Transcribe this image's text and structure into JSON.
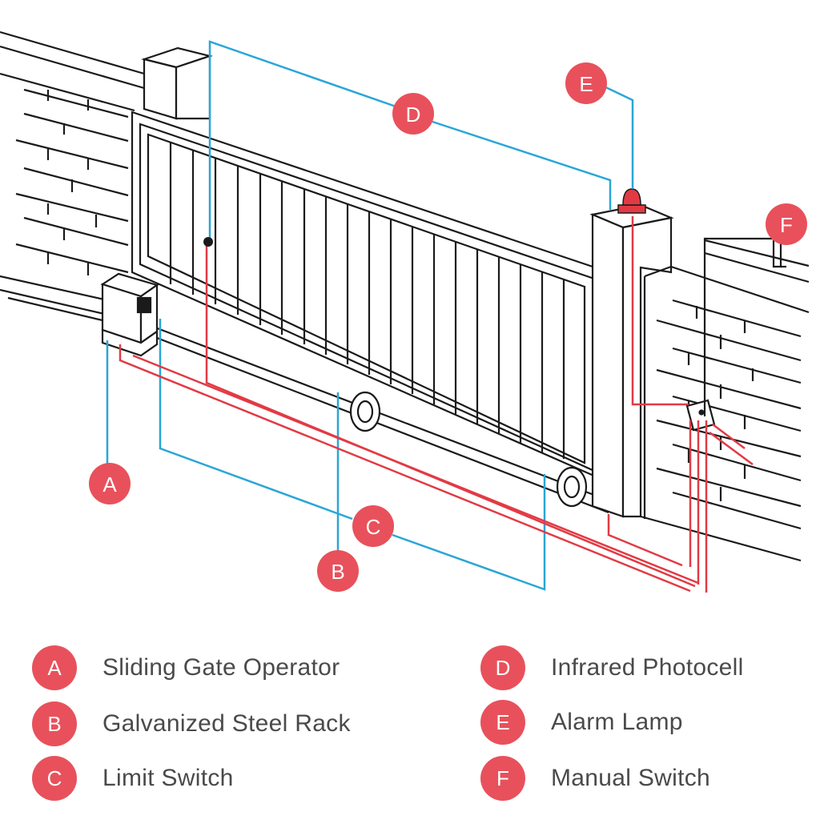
{
  "colors": {
    "accent": "#e8515b",
    "wire_signal": "#2aa6d6",
    "wire_power": "#e23a44",
    "outline": "#1a1a1a",
    "label_text": "#4a4a4a"
  },
  "markers": {
    "A": "A",
    "B": "B",
    "C": "C",
    "D": "D",
    "E": "E",
    "F": "F"
  },
  "legend": [
    {
      "letter": "A",
      "label": "Sliding Gate Operator"
    },
    {
      "letter": "B",
      "label": "Galvanized Steel Rack"
    },
    {
      "letter": "C",
      "label": "Limit Switch"
    },
    {
      "letter": "D",
      "label": "Infrared Photocell"
    },
    {
      "letter": "E",
      "label": "Alarm Lamp"
    },
    {
      "letter": "F",
      "label": "Manual Switch"
    }
  ]
}
